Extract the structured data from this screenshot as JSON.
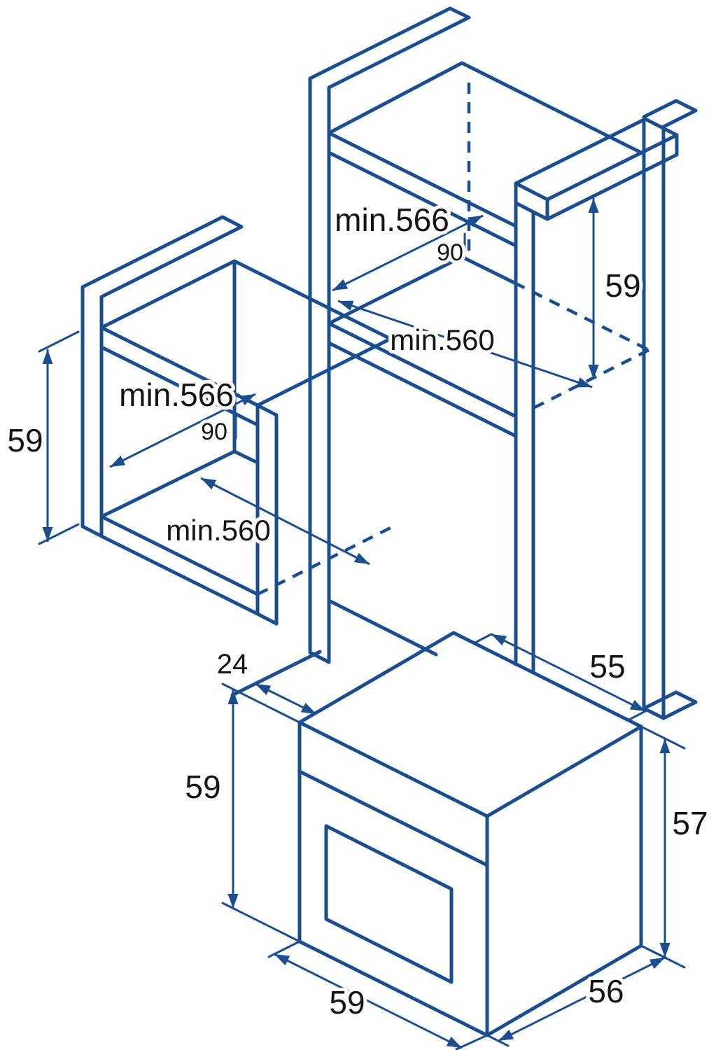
{
  "diagram_title": "built-in-oven-cabinet-installation-dimensions",
  "colors": {
    "line": "#1a4e8e",
    "text": "#151515",
    "background": "#ffffff"
  },
  "upper_cabinet": {
    "width_label": "min.566",
    "thickness_label": "90",
    "height_label": "59",
    "depth_label": "min.560"
  },
  "lower_cabinet": {
    "width_label": "min.566",
    "thickness_label": "90",
    "height_label": "59",
    "depth_label": "min.560"
  },
  "oven": {
    "front_gap_label": "24",
    "height_left_label": "59",
    "top_depth_label": "55",
    "height_right_label": "57",
    "width_label": "59",
    "depth_label": "56"
  }
}
